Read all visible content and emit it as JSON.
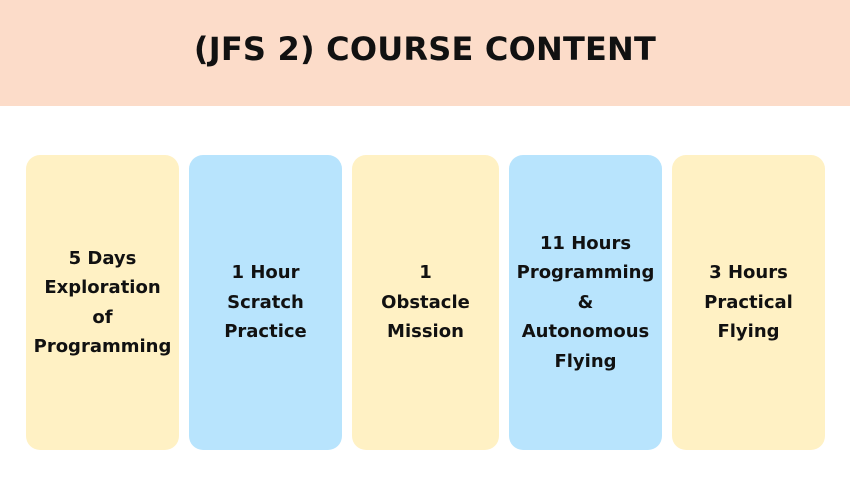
{
  "header": {
    "title": "(JFS 2) COURSE CONTENT"
  },
  "colors": {
    "header_bg": "#fcdcc9",
    "card_yellow": "#fff1c4",
    "card_blue": "#b8e4fd",
    "text": "#111111"
  },
  "cards": [
    {
      "text": "5 Days\nExploration of\nProgramming",
      "color": "#fff1c4"
    },
    {
      "text": "1 Hour\nScratch\nPractice",
      "color": "#b8e4fd"
    },
    {
      "text": "1\nObstacle\nMission",
      "color": "#fff1c4"
    },
    {
      "text": "11 Hours\nProgramming\n&\nAutonomous\nFlying",
      "color": "#b8e4fd"
    },
    {
      "text": "3 Hours\nPractical\nFlying",
      "color": "#fff1c4"
    }
  ]
}
